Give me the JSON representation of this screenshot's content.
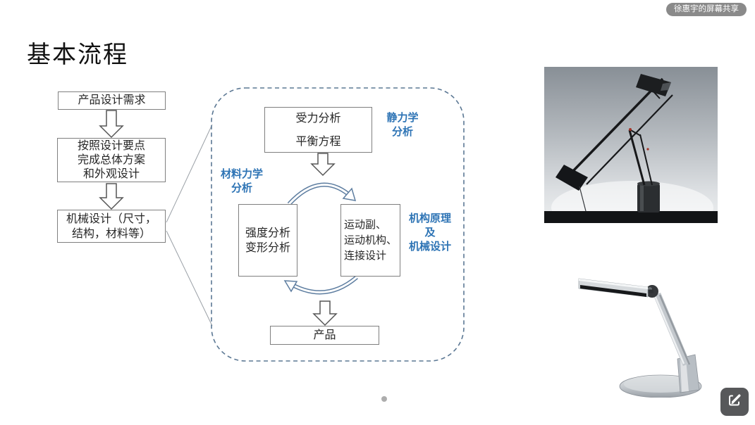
{
  "overlay": {
    "screen_share_badge": "徐惠宇的屏幕共享",
    "annotate_icon": "pencil-annotate-icon",
    "slide_indicator_dot_count": 1
  },
  "slide": {
    "title": "基本流程",
    "flow_left": [
      {
        "label": "产品设计需求"
      },
      {
        "label": "按照设计要点\n完成总体方案\n和外观设计"
      },
      {
        "label": "机械设计（尺寸，\n结构，材料等）"
      }
    ],
    "detail": {
      "statics_box": {
        "line1": "受力分析",
        "line2": "平衡方程"
      },
      "strength_box": "强度分析\n变形分析",
      "motion_box": "运动副、\n运动机构、\n连接设计",
      "product_box": "产品",
      "labels": {
        "statics": "静力学\n分析",
        "materials": "材料力学\n分析",
        "mechanism": "机构原理\n及\n机械设计"
      }
    },
    "images": [
      {
        "name": "tizio-balance-arm-desk-lamp-photo"
      },
      {
        "name": "silver-led-desk-lamp-photo"
      }
    ]
  },
  "colors": {
    "accent_blue": "#2E74B5",
    "dashed_border": "#5C7894",
    "cycle_arrow": "#5D7DA0",
    "box_border": "#7F7F7F",
    "badge_bg": "#808080",
    "annotate_btn_bg": "#57585A",
    "dot": "#ADADAD"
  }
}
